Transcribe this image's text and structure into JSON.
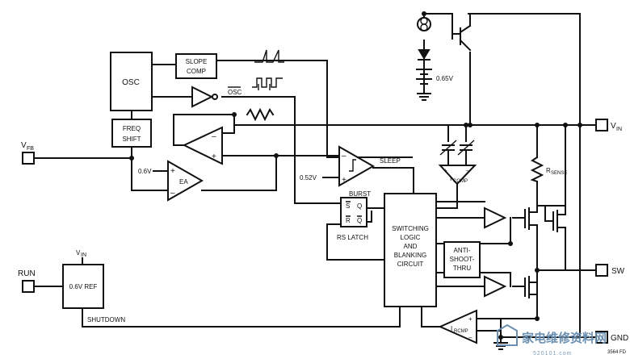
{
  "blocks": {
    "osc": "OSC",
    "slope_comp": [
      "SLOPE",
      "COMP"
    ],
    "freq_shift": [
      "FREQ",
      "SHIFT"
    ],
    "ea": "EA",
    "ref_06": "0.6V REF",
    "burst": "BURST",
    "rs_latch": "RS LATCH",
    "switching_logic": [
      "SWITCHING",
      "LOGIC",
      "AND",
      "BLANKING",
      "CIRCUIT"
    ],
    "anti_shoot_thru": [
      "ANTI-",
      "SHOOT-",
      "THRU"
    ]
  },
  "signals": {
    "osc_bar": "OSC",
    "sleep": "SLEEP",
    "shutdown": "SHUTDOWN",
    "v_06_ea": "0.6V",
    "v_052": "0.52V",
    "v_065": "0.65V",
    "latch_s": "S",
    "latch_q": "Q",
    "latch_r": "R",
    "latch_qbar": "Q",
    "plus": "+",
    "minus": "–"
  },
  "labels": {
    "i_comp_main": "I",
    "i_comp_sub": "COMP",
    "i_rcmp_main": "I",
    "i_rcmp_sub": "RCMP",
    "r_sense_main": "R",
    "r_sense_sub": "SENSE",
    "vin_ref_main": "V",
    "vin_ref_sub": "IN"
  },
  "pins": {
    "vfb_main": "V",
    "vfb_sub": "FB",
    "run": "RUN",
    "vin_main": "V",
    "vin_sub": "IN",
    "sw": "SW",
    "gnd": "GND"
  },
  "figure_code": "3564 FD",
  "watermark": {
    "text": "家电维修资料网",
    "url": "520101.com"
  }
}
